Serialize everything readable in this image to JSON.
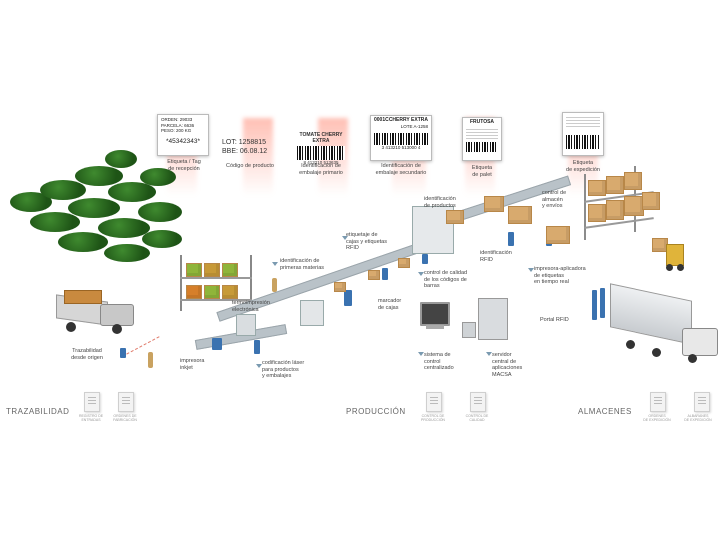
{
  "sections": {
    "trazabilidad": "TRAZABILIDAD",
    "produccion": "PRODUCCIÓN",
    "almacenes": "ALMACENES"
  },
  "tags": {
    "reception": {
      "rows": [
        "ORDEN:  29033",
        "PARCELA:  6636",
        "PESO:  200 KG"
      ],
      "number": "*45342343*"
    },
    "product": {
      "lot": "LOT: 1258815",
      "bbe": "BBE: 06.08.12"
    },
    "primary": {
      "title": "TOMATE CHERRY EXTRA",
      "number": "8 413210 513635"
    },
    "secondary": {
      "code": "0001C",
      "title": "CHERRY EXTRA",
      "sub": "LOTE A-1258",
      "number": "3 413210 513000 4"
    },
    "pallet": {
      "brand": "FRUTOSA"
    }
  },
  "labels": {
    "reception_tag": "Etiqueta / Tag\nde recepción",
    "product_code": "Código de producto",
    "primary_packaging": "Identificación de\nembalaje primario",
    "secondary_packaging": "Identificación de\nembalaje secundario",
    "pallet_label": "Etiqueta\nde palet",
    "shipping_label": "Etiqueta\nde expedición",
    "traceability_origin": "Trazabilidad\ndesde origen",
    "raw_materials": "identificación de\nprimeras materias",
    "thermal_print": "termoimpresión\nelectrónica",
    "inkjet_printer": "impresora\ninkjet",
    "laser_coding": "codificación láser\npara productos\ny embalajes",
    "box_rfid": "etiquetaje de\ncajas y etiquetas\nRFID",
    "product_id": "identificación\nde productos",
    "rfid_id": "identificación\nRFID",
    "box_marker": "marcador\nde cajas",
    "barcode_quality": "control de calidad\nde los códigos de\nbarras",
    "central_system": "sistema de\ncontrol\ncentralizado",
    "app_server": "servidor\ncentral de\naplicaciones\nMACSA",
    "warehouse_control": "control de\nalmacén\ny envíos",
    "printer_applicator": "impresora-aplicadora\nde etiquetas\nen tiempo real",
    "rfid_portal": "Portal RFID"
  },
  "docs": [
    {
      "label": "REGISTRO DE\nENTRADAS"
    },
    {
      "label": "ORDENES DE\nFABRICACIÓN"
    },
    {
      "label": "CONTROL DE\nPRODUCCIÓN"
    },
    {
      "label": "CONTROL DE\nCALIDAD"
    },
    {
      "label": "ORDENES\nDE EXPEDICIÓN"
    },
    {
      "label": "ALBARANES\nDE EXPEDICIÓN"
    }
  ],
  "colors": {
    "accent": "#3a72b0",
    "beam": "#ff8c78",
    "field": "#2e6b22",
    "box": "#d8aa6e"
  }
}
